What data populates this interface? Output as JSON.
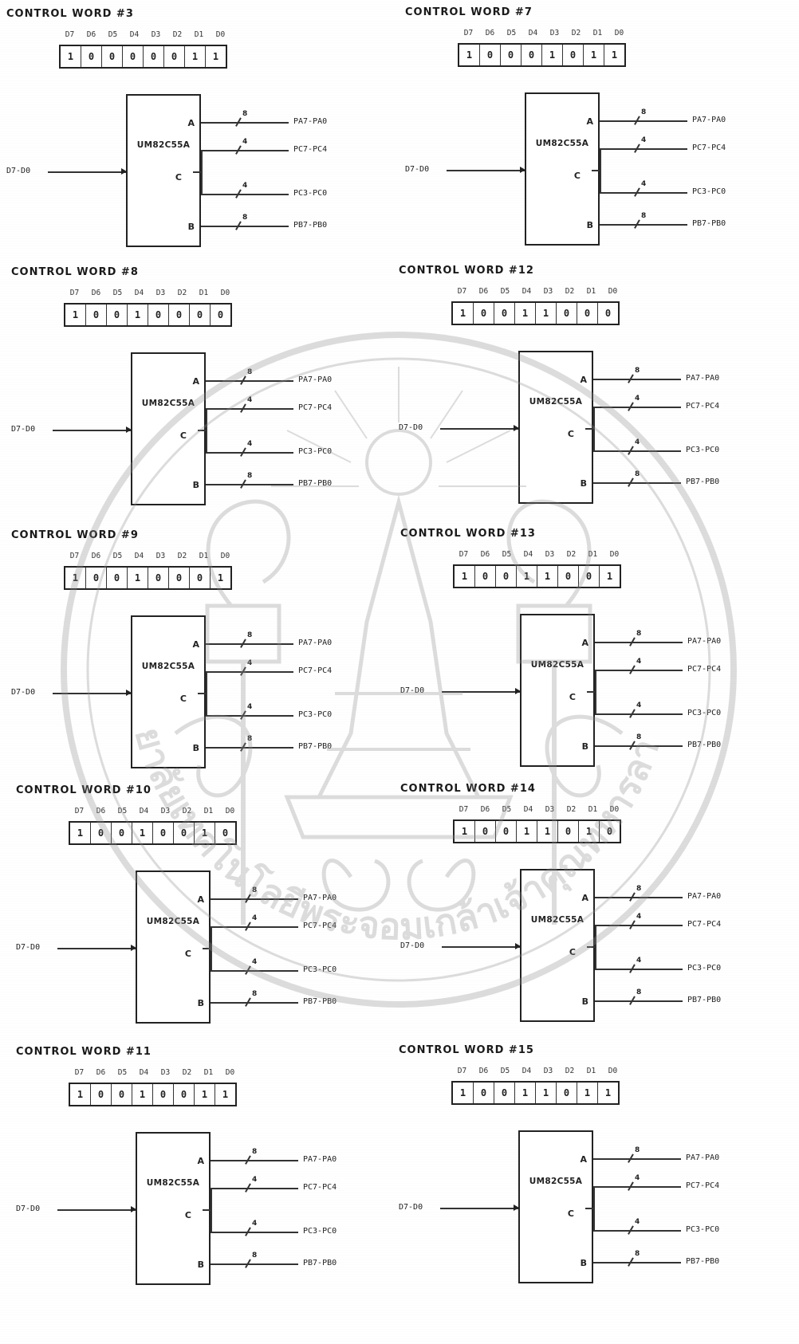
{
  "bit_labels": [
    "D7",
    "D6",
    "D5",
    "D4",
    "D3",
    "D2",
    "D1",
    "D0"
  ],
  "chip_name": "UM82C55A",
  "bus_label": "D7-D0",
  "pins": {
    "a": "PA7-PA0",
    "cu": "PC7-PC4",
    "cl": "PC3-PC0",
    "b": "PB7-PB0"
  },
  "widths": {
    "a": "8",
    "cu": "4",
    "cl": "4",
    "b": "8"
  },
  "ports": {
    "a": "A",
    "c": "C",
    "b": "B"
  },
  "panels": [
    {
      "title": "CONTROL WORD #3",
      "bits": [
        "1",
        "0",
        "0",
        "0",
        "0",
        "0",
        "1",
        "1"
      ]
    },
    {
      "title": "CONTROL WORD #7",
      "bits": [
        "1",
        "0",
        "0",
        "0",
        "1",
        "0",
        "1",
        "1"
      ]
    },
    {
      "title": "CONTROL WORD #8",
      "bits": [
        "1",
        "0",
        "0",
        "1",
        "0",
        "0",
        "0",
        "0"
      ]
    },
    {
      "title": "CONTROL WORD #12",
      "bits": [
        "1",
        "0",
        "0",
        "1",
        "1",
        "0",
        "0",
        "0"
      ]
    },
    {
      "title": "CONTROL WORD #9",
      "bits": [
        "1",
        "0",
        "0",
        "1",
        "0",
        "0",
        "0",
        "1"
      ]
    },
    {
      "title": "CONTROL WORD #13",
      "bits": [
        "1",
        "0",
        "0",
        "1",
        "1",
        "0",
        "0",
        "1"
      ]
    },
    {
      "title": "CONTROL WORD #10",
      "bits": [
        "1",
        "0",
        "0",
        "1",
        "0",
        "0",
        "1",
        "0"
      ]
    },
    {
      "title": "CONTROL WORD #14",
      "bits": [
        "1",
        "0",
        "0",
        "1",
        "1",
        "0",
        "1",
        "0"
      ]
    },
    {
      "title": "CONTROL WORD #11",
      "bits": [
        "1",
        "0",
        "0",
        "1",
        "0",
        "0",
        "1",
        "1"
      ]
    },
    {
      "title": "CONTROL WORD #15",
      "bits": [
        "1",
        "0",
        "0",
        "1",
        "1",
        "0",
        "1",
        "1"
      ]
    }
  ],
  "seal_text": "มหาวิทยาลัยเทคโนโลยีพระจอมเกล้าเจ้าคุณทหารลาดกระบัง",
  "colors": {
    "ink": "#222222",
    "paper": "#ffffff",
    "seal": "#9a9a9a"
  }
}
